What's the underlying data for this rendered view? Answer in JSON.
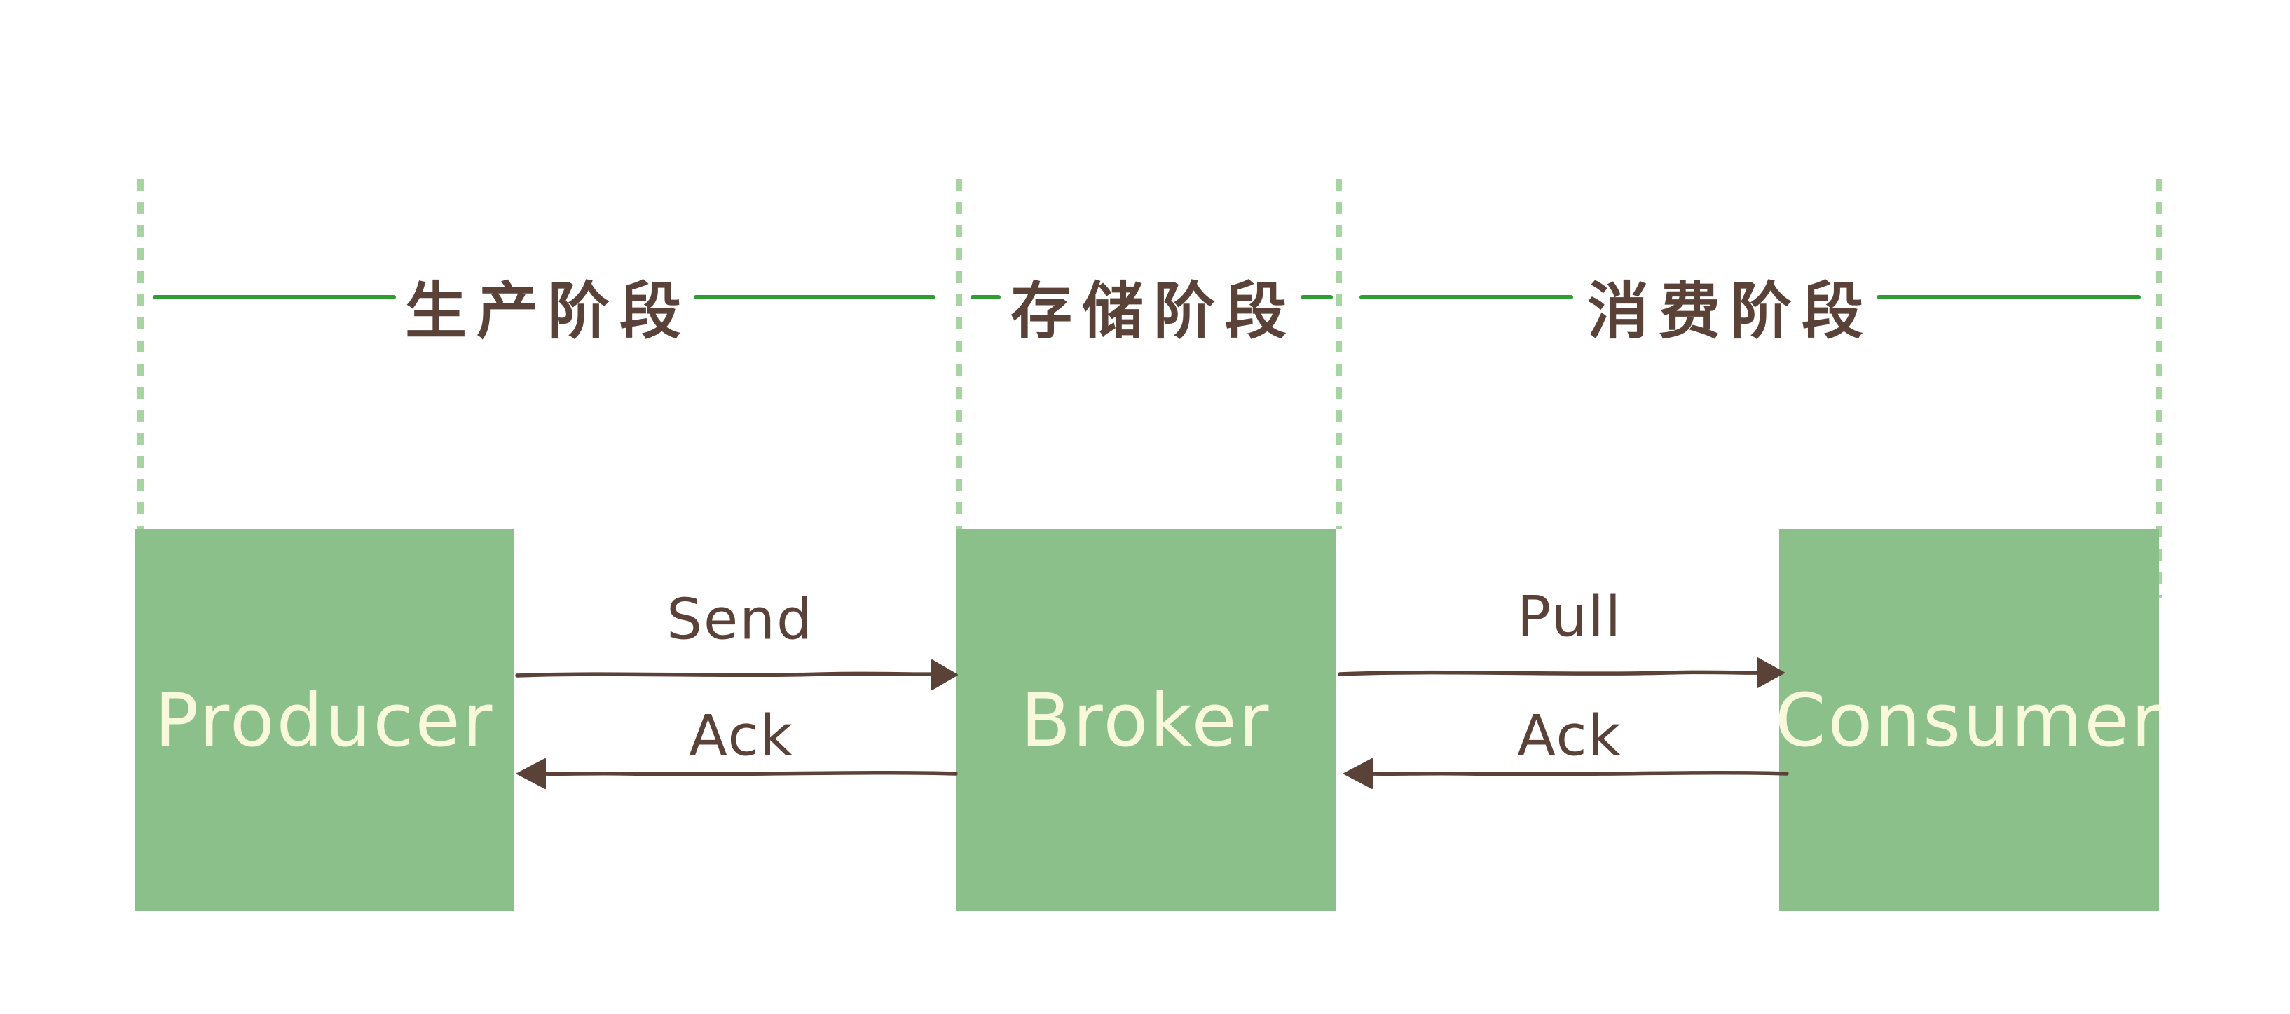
{
  "diagram": {
    "phases": [
      {
        "label": "生产阶段"
      },
      {
        "label": "存储阶段"
      },
      {
        "label": "消费阶段"
      }
    ],
    "nodes": [
      {
        "label": "Producer"
      },
      {
        "label": "Broker"
      },
      {
        "label": "Consumer"
      }
    ],
    "messages": [
      {
        "label": "Send",
        "from": "Producer",
        "to": "Broker"
      },
      {
        "label": "Ack",
        "from": "Broker",
        "to": "Producer"
      },
      {
        "label": "Pull",
        "from": "Broker",
        "to": "Consumer"
      },
      {
        "label": "Ack",
        "from": "Consumer",
        "to": "Broker"
      }
    ],
    "colors": {
      "node_fill": "#8cc08a",
      "node_text": "#f8f8da",
      "brown": "#5b4238",
      "phase_line": "#2e9e32",
      "boundary_dash": "#a5d6a1",
      "background": "#ffffff"
    }
  }
}
